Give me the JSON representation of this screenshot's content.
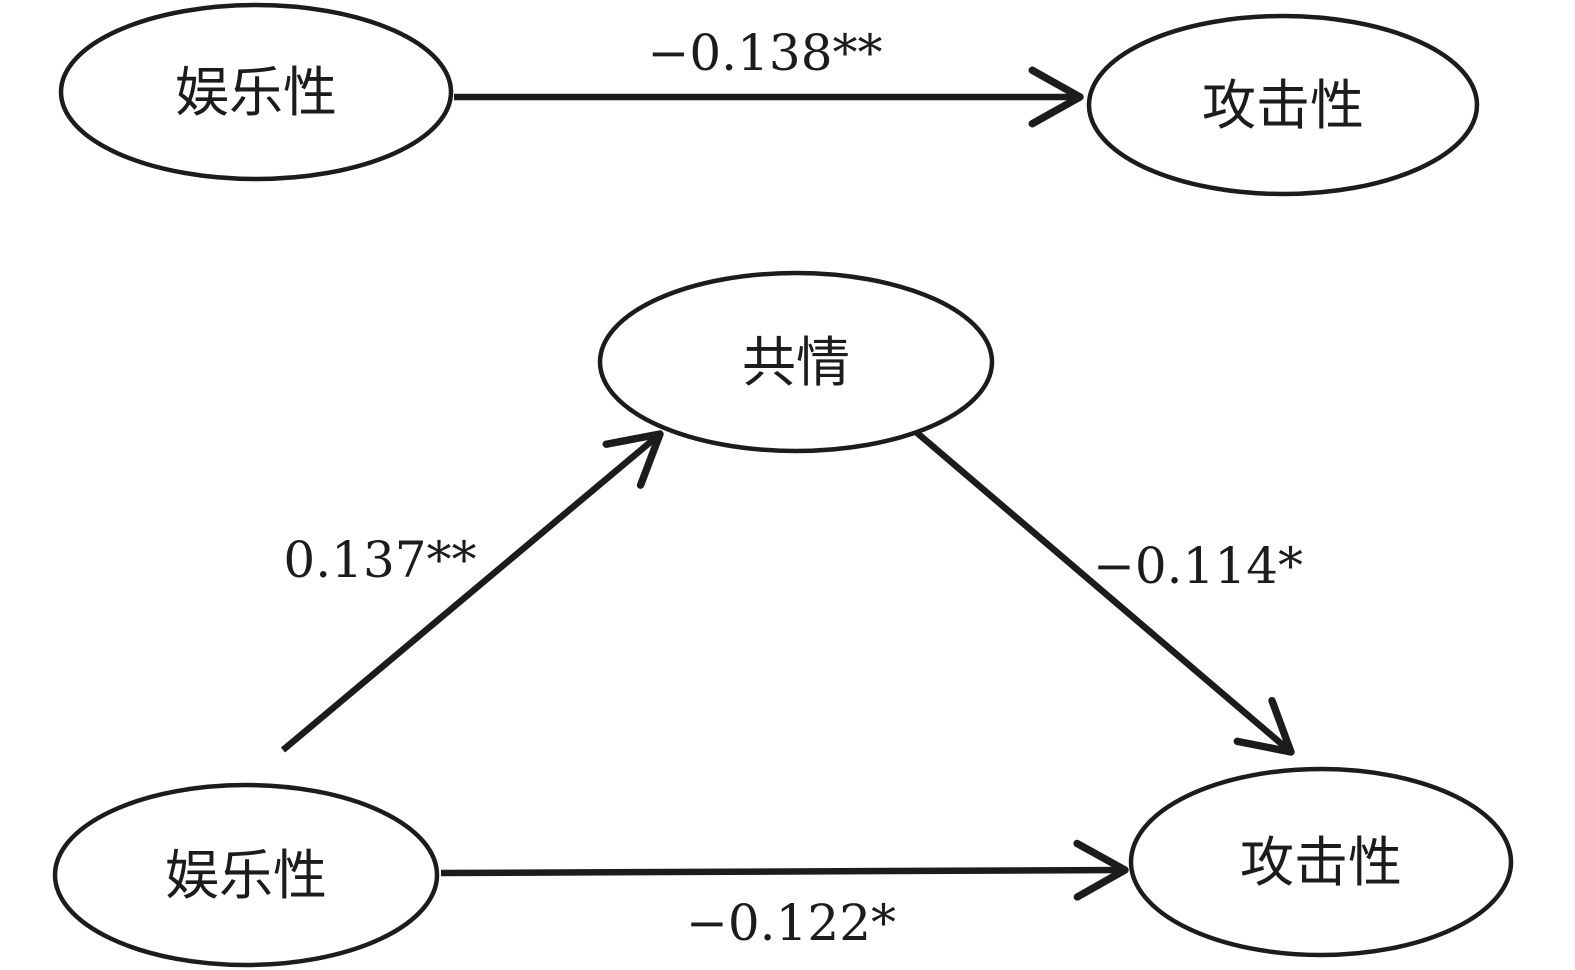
{
  "diagram": {
    "background_color": "#ffffff",
    "line_color": "#1c1c1c",
    "panels": {
      "top": "total-effect-model",
      "bottom": "mediation-model"
    },
    "nodes": {
      "top_predictor": {
        "label": "娱乐性",
        "shape": "ellipse"
      },
      "top_outcome": {
        "label": "攻击性",
        "shape": "ellipse"
      },
      "mediator": {
        "label": "共情",
        "shape": "ellipse"
      },
      "bottom_predictor": {
        "label": "娱乐性",
        "shape": "ellipse"
      },
      "bottom_outcome": {
        "label": "攻击性",
        "shape": "ellipse"
      }
    },
    "edges": {
      "total_effect": {
        "from": "top_predictor",
        "to": "top_outcome",
        "label": "−0.138**",
        "value": -0.138,
        "significance": "**"
      },
      "path_a": {
        "from": "bottom_predictor",
        "to": "mediator",
        "label": "0.137**",
        "value": 0.137,
        "significance": "**"
      },
      "path_b": {
        "from": "mediator",
        "to": "bottom_outcome",
        "label": "−0.114*",
        "value": -0.114,
        "significance": "*"
      },
      "direct_effect": {
        "from": "bottom_predictor",
        "to": "bottom_outcome",
        "label": "−0.122*",
        "value": -0.122,
        "significance": "*"
      }
    }
  }
}
